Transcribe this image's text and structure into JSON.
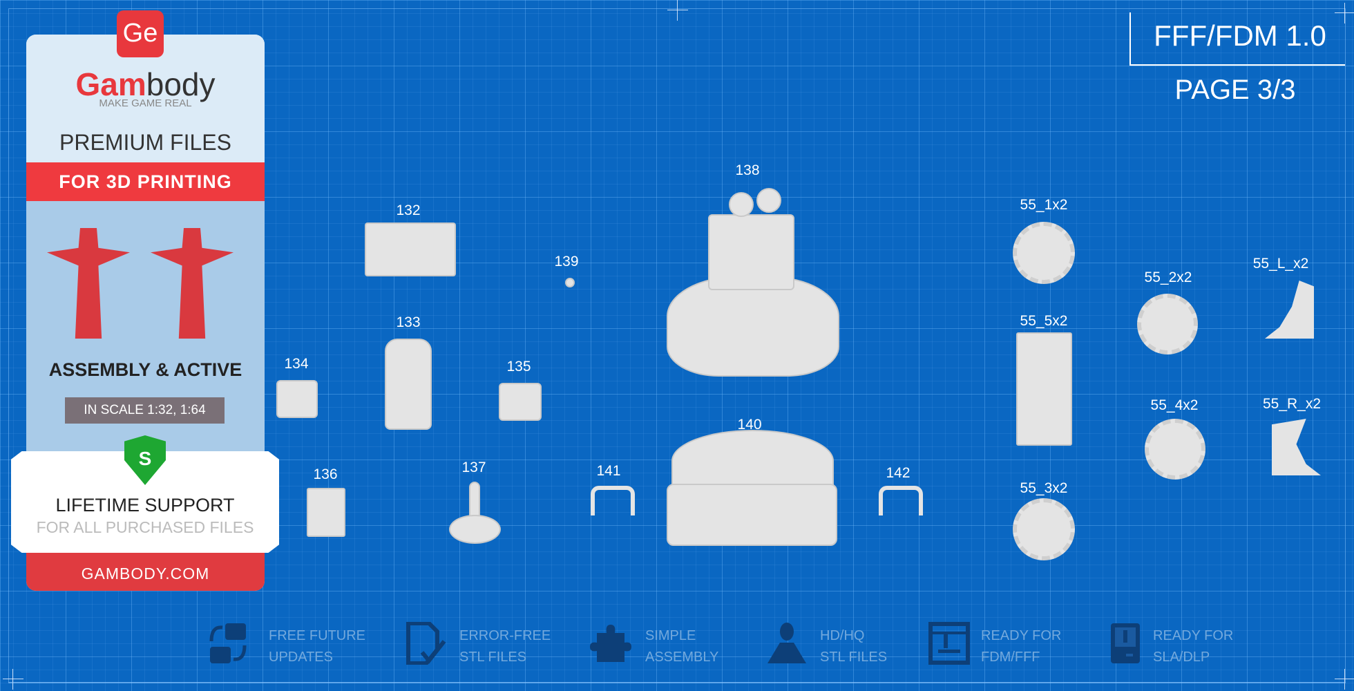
{
  "badge": {
    "title": "FFF/FDM 1.0",
    "page": "PAGE 3/3"
  },
  "card": {
    "logo_mark": "Ge",
    "brand_red": "Gam",
    "brand_dark": "body",
    "tagline": "MAKE GAME REAL",
    "premium": "PREMIUM FILES",
    "printing": "FOR 3D PRINTING",
    "assembly": "ASSEMBLY & ACTIVE",
    "scale": "IN SCALE 1:32, 1:64",
    "shield_letter": "S",
    "support": "LIFETIME SUPPORT",
    "support_sub": "FOR ALL PURCHASED FILES",
    "site": "GAMBODY.COM"
  },
  "parts": [
    "132",
    "133",
    "134",
    "135",
    "136",
    "137",
    "138",
    "139",
    "140",
    "141",
    "142",
    "55_1x2",
    "55_5x2",
    "55_3x2",
    "55_2x2",
    "55_4x2",
    "55_L_x2",
    "55_R_x2"
  ],
  "features": [
    {
      "icon": "updates-icon",
      "line1": "FREE FUTURE",
      "line2": "UPDATES"
    },
    {
      "icon": "file-check-icon",
      "line1": "ERROR-FREE",
      "line2": "STL FILES"
    },
    {
      "icon": "puzzle-icon",
      "line1": "SIMPLE",
      "line2": "ASSEMBLY"
    },
    {
      "icon": "figure-icon",
      "line1": "HD/HQ",
      "line2": "STL FILES"
    },
    {
      "icon": "fdm-printer-icon",
      "line1": "READY FOR",
      "line2": "FDM/FFF"
    },
    {
      "icon": "sla-printer-icon",
      "line1": "READY FOR",
      "line2": "SLA/DLP"
    }
  ],
  "colors": {
    "background": "#0a67c2",
    "accent": "#ef3a3f",
    "feature_text": "#73a9dd",
    "feature_icon": "#0d3f78"
  }
}
